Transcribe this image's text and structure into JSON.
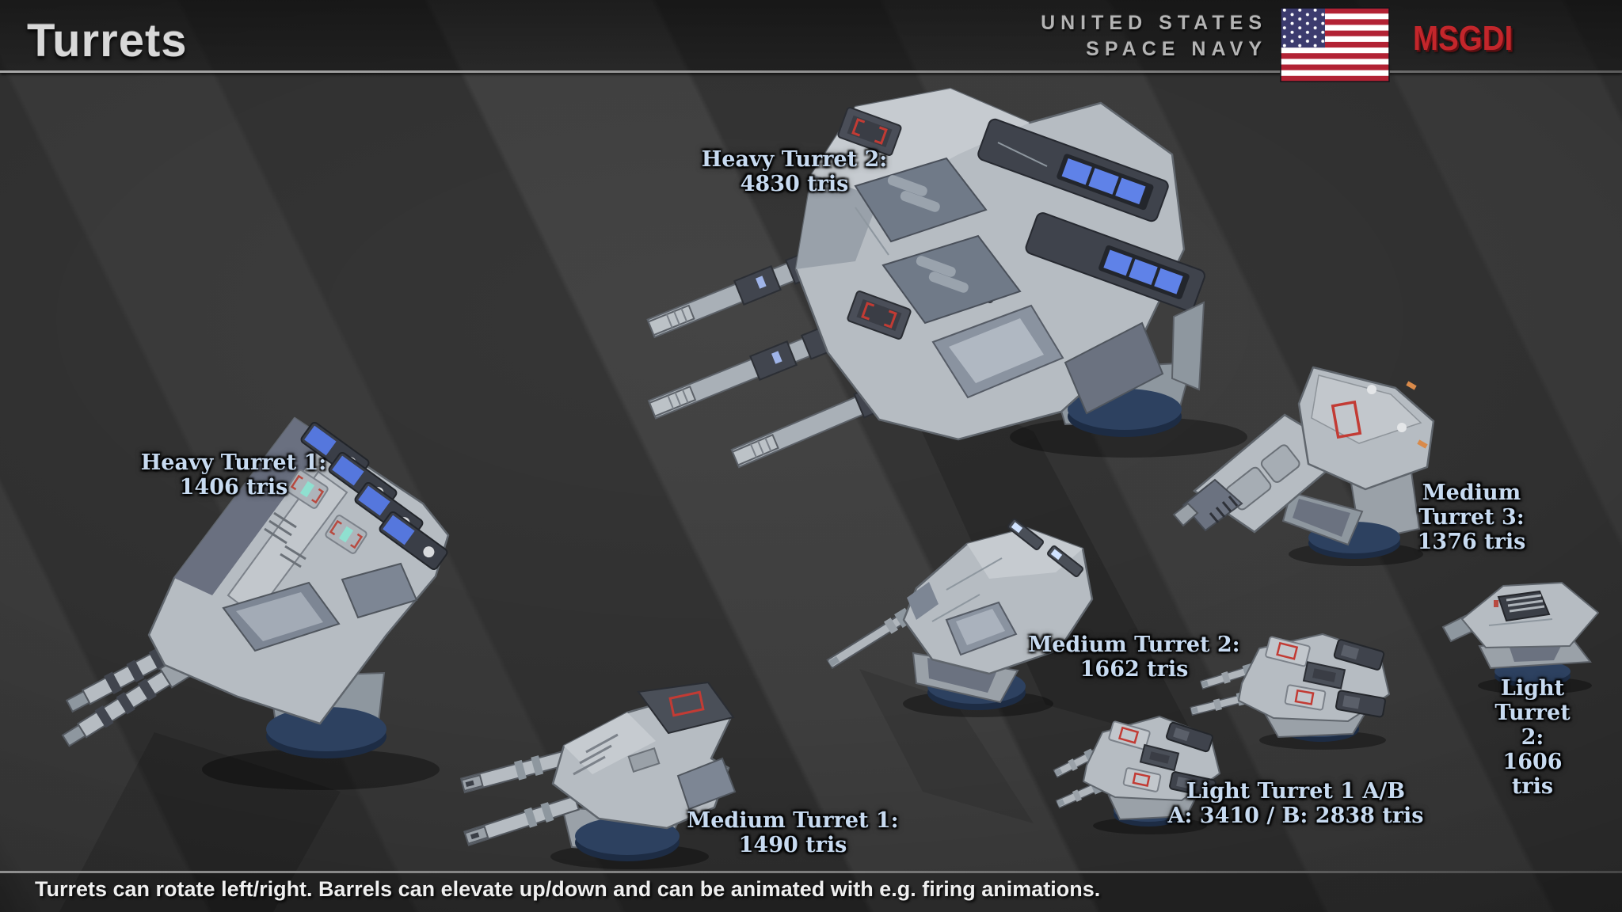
{
  "header": {
    "title": "Turrets",
    "org": {
      "line1": "UNITED STATES",
      "line2": "SPACE NAVY"
    },
    "logo_text": "MSGDI"
  },
  "turrets": [
    {
      "id": "heavy-turret-2",
      "label": "Heavy Turret 2:",
      "tris": "4830 tris"
    },
    {
      "id": "heavy-turret-1",
      "label": "Heavy Turret 1:",
      "tris": "1406 tris"
    },
    {
      "id": "medium-turret-3",
      "label": "Medium Turret 3:",
      "tris": "1376 tris"
    },
    {
      "id": "medium-turret-2",
      "label": "Medium Turret 2:",
      "tris": "1662 tris"
    },
    {
      "id": "light-turret-2",
      "label": "Light Turret 2:",
      "tris": "1606 tris"
    },
    {
      "id": "light-turret-1",
      "label": "Light Turret 1 A/B",
      "tris": "A: 3410 / B: 2838 tris"
    },
    {
      "id": "medium-turret-1",
      "label": "Medium Turret 1:",
      "tris": "1490 tris"
    }
  ],
  "footer": {
    "caption": "Turrets can rotate left/right. Barrels can elevate up/down and can be animated with e.g. firing animations."
  },
  "colors": {
    "background": "#303030",
    "label_text": "#c7daf0",
    "logo_red": "#c3262b",
    "flag_red": "#b22234",
    "flag_blue": "#3c3b6e",
    "hull_gray": "#b6bcc2",
    "panel_gray": "#7d8694",
    "dark_box": "#3f434c",
    "accent_blue": "#5f82e8",
    "accent_red": "#c23b34",
    "base_navy": "#2d4160"
  }
}
